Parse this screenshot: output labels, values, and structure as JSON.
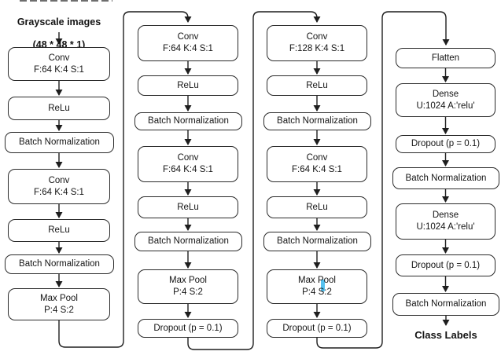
{
  "diagram": {
    "input_caption": {
      "title": "Grayscale images",
      "shape": "(48 * 48 * 1)"
    },
    "output_caption": "Class Labels",
    "columns": [
      {
        "name": "conv-block-1",
        "nodes": [
          "Conv\nF:64 K:4 S:1",
          "ReLu",
          "Batch Normalization",
          "Conv\nF:64 K:4 S:1",
          "ReLu",
          "Batch Normalization",
          "Max Pool\nP:4 S:2"
        ]
      },
      {
        "name": "conv-block-2",
        "nodes": [
          "Conv\nF:64 K:4 S:1",
          "ReLu",
          "Batch Normalization",
          "Conv\nF:64 K:4 S:1",
          "ReLu",
          "Batch Normalization",
          "Max Pool\nP:4 S:2",
          "Dropout (p = 0.1)"
        ]
      },
      {
        "name": "conv-block-3",
        "nodes": [
          "Conv\nF:128 K:4 S:1",
          "ReLu",
          "Batch Normalization",
          "Conv\nF:64 K:4 S:1",
          "ReLu",
          "Batch Normalization",
          "Max Pool\nP:4 S:2",
          "Dropout (p = 0.1)"
        ]
      },
      {
        "name": "dense-head",
        "nodes": [
          "Flatten",
          "Dense\nU:1024 A:'relu'",
          "Dropout (p = 0.1)",
          "Batch Normalization",
          "Dense\nU:1024 A:'relu'",
          "Dropout (p = 0.1)",
          "Batch Normalization"
        ]
      }
    ],
    "colors": {
      "line": "#1e1e1e",
      "box_border": "#2b2b2b",
      "box_background": "#ffffff",
      "text": "#141414",
      "cursor_artifact": "#56c2f0"
    }
  }
}
